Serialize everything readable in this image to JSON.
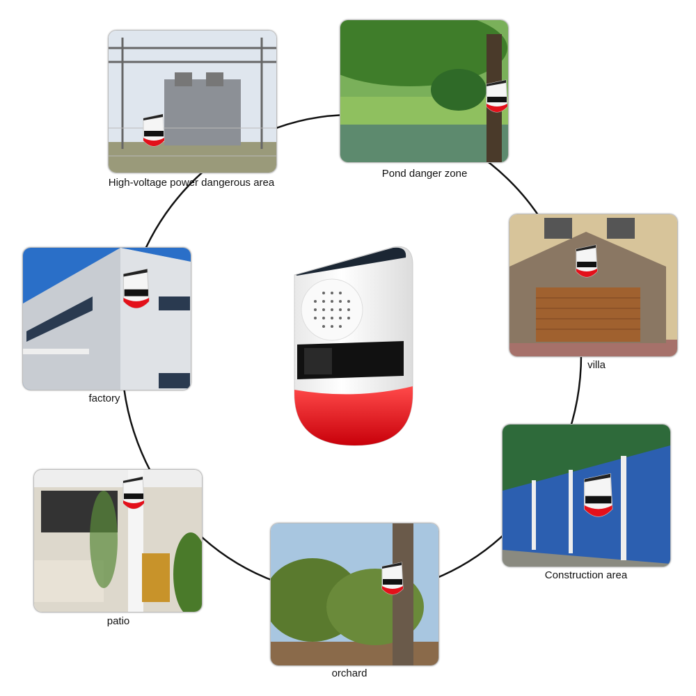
{
  "scenes": [
    {
      "id": "high-voltage",
      "label": "High-voltage power dangerous area"
    },
    {
      "id": "pond",
      "label": "Pond danger zone"
    },
    {
      "id": "villa",
      "label": "villa"
    },
    {
      "id": "construction",
      "label": "Construction area"
    },
    {
      "id": "orchard",
      "label": "orchard"
    },
    {
      "id": "patio",
      "label": "patio"
    },
    {
      "id": "factory",
      "label": "factory"
    }
  ],
  "colors": {
    "device_red": "#e3101a",
    "device_white": "#f7f7f7",
    "solar_panel": "#1b2633",
    "ring": "#111111"
  }
}
